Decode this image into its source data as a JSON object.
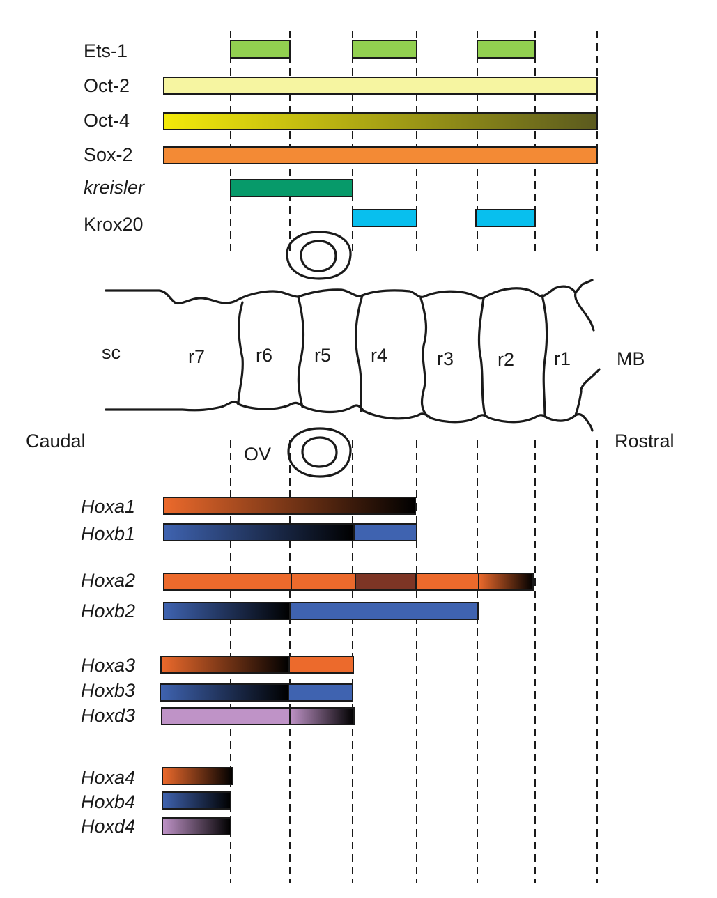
{
  "colors": {
    "ets1": "#92d050",
    "oct2": "#f6f5a1",
    "oct4_start": "#f4ea0a",
    "oct4_end": "#5b5a1e",
    "sox2": "#f38a35",
    "kreisler": "#079a6a",
    "krox20": "#08bfee",
    "hoxa": "#ec6a2c",
    "hoxb": "#3f63b0",
    "hoxd": "#bf93c7",
    "dark": "#000000"
  },
  "labels": {
    "sc": "sc",
    "mb": "MB",
    "caudal": "Caudal",
    "rostral": "Rostral",
    "ov": "OV",
    "rhombomeres": [
      "r7",
      "r6",
      "r5",
      "r4",
      "r3",
      "r2",
      "r1"
    ]
  },
  "upper_genes": [
    {
      "key": "ets1",
      "name": "Ets-1",
      "italic": false
    },
    {
      "key": "oct2",
      "name": "Oct-2",
      "italic": false
    },
    {
      "key": "oct4",
      "name": "Oct-4",
      "italic": false
    },
    {
      "key": "sox2",
      "name": "Sox-2",
      "italic": false
    },
    {
      "key": "kreisler",
      "name": "kreisler",
      "italic": true
    },
    {
      "key": "krox20",
      "name": "Krox20",
      "italic": false
    }
  ],
  "hox_genes": [
    {
      "key": "hoxa1",
      "name": "Hoxa1"
    },
    {
      "key": "hoxb1",
      "name": "Hoxb1"
    },
    {
      "key": "hoxa2",
      "name": "Hoxa2"
    },
    {
      "key": "hoxb2",
      "name": "Hoxb2"
    },
    {
      "key": "hoxa3",
      "name": "Hoxa3"
    },
    {
      "key": "hoxb3",
      "name": "Hoxb3"
    },
    {
      "key": "hoxd3",
      "name": "Hoxd3"
    },
    {
      "key": "hoxa4",
      "name": "Hoxa4"
    },
    {
      "key": "hoxb4",
      "name": "Hoxb4"
    },
    {
      "key": "hoxd4",
      "name": "Hoxd4"
    }
  ]
}
